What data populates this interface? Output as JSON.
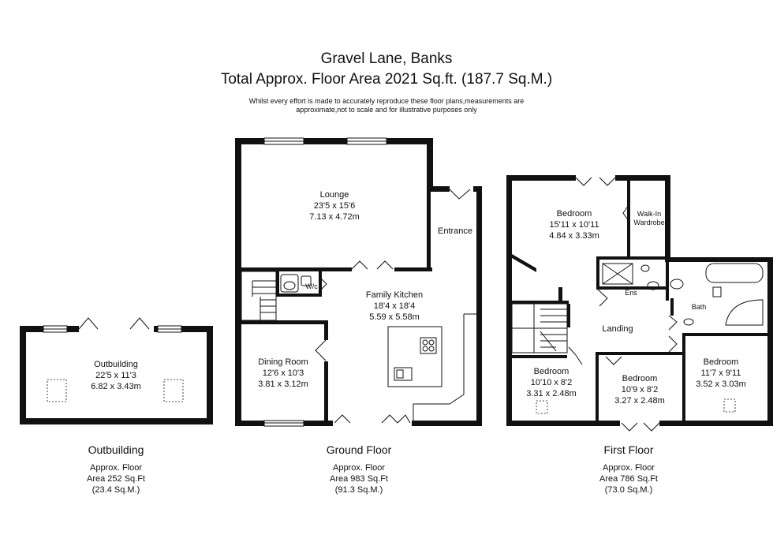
{
  "title": "Gravel Lane, Banks",
  "subtitle": "Total Approx. Floor Area 2021 Sq.ft. (187.7 Sq.M.)",
  "disclaimer_line1": "Whilst every effort is made to accurately reproduce these floor plans,measurements are",
  "disclaimer_line2": "approximate,not to scale and for illustrative purposes only",
  "rooms": {
    "lounge": [
      "Lounge",
      "23'5 x 15'6",
      "7.13 x 4.72m"
    ],
    "entrance": "Entrance",
    "wc": "W/c",
    "kitchen": [
      "Family Kitchen",
      "18'4 x 18'4",
      "5.59 x 5.58m"
    ],
    "dining": [
      "Dining Room",
      "12'6 x 10'3",
      "3.81 x 3.12m"
    ],
    "outbuilding": [
      "Outbuilding",
      "22'5 x 11'3",
      "6.82 x 3.43m"
    ],
    "bedroom1": [
      "Bedroom",
      "15'11 x 10'11",
      "4.84 x 3.33m"
    ],
    "wardrobe": [
      "Walk-In",
      "Wardrobe"
    ],
    "ens": "Ens",
    "bath": "Bath",
    "landing": "Landing",
    "bedroom2": [
      "Bedroom",
      "10'10 x 8'2",
      "3.31 x 2.48m"
    ],
    "bedroom3": [
      "Bedroom",
      "10'9 x 8'2",
      "3.27 x 2.48m"
    ],
    "bedroom4": [
      "Bedroom",
      "11'7 x 9'11",
      "3.52 x 3.03m"
    ]
  },
  "floors": {
    "outbuilding": [
      "Outbuilding",
      "Approx. Floor",
      "Area 252 Sq.Ft",
      "(23.4 Sq.M.)"
    ],
    "ground": [
      "Ground Floor",
      "Approx. Floor",
      "Area 983 Sq.Ft",
      "(91.3 Sq.M.)"
    ],
    "first": [
      "First Floor",
      "Approx. Floor",
      "Area 786 Sq.Ft",
      "(73.0 Sq.M.)"
    ]
  }
}
